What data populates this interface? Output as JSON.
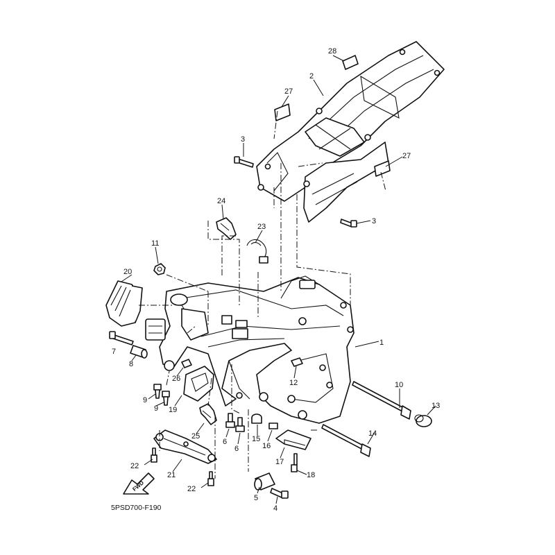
{
  "diagram": {
    "drawing_code": "5PSD700-F190",
    "fwd_label": "FWD",
    "callouts": [
      "1",
      "2",
      "3",
      "3",
      "4",
      "5",
      "6",
      "6",
      "7",
      "8",
      "9",
      "9",
      "10",
      "11",
      "12",
      "13",
      "14",
      "15",
      "16",
      "17",
      "18",
      "19",
      "20",
      "21",
      "22",
      "22",
      "23",
      "24",
      "25",
      "26",
      "27",
      "27",
      "28"
    ]
  }
}
